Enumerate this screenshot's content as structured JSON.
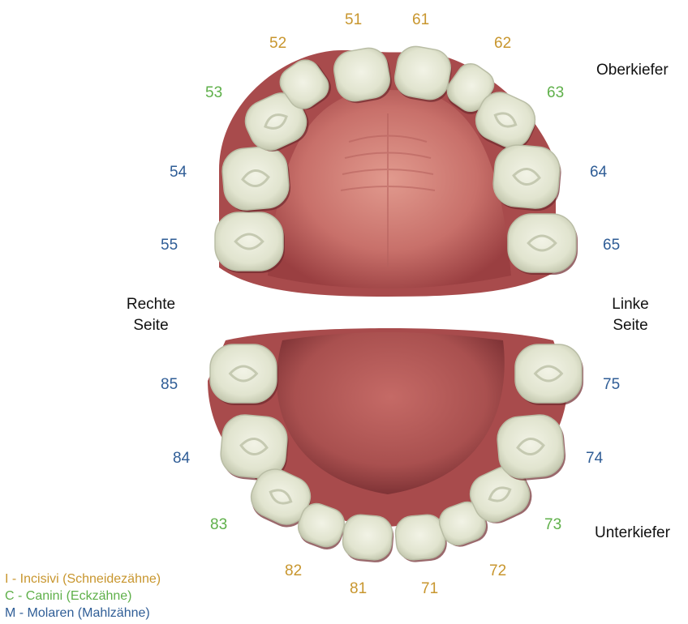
{
  "labels": {
    "upper_jaw": "Oberkiefer",
    "lower_jaw": "Unterkiefer",
    "right_side": [
      "Rechte",
      "Seite"
    ],
    "left_side": [
      "Linke",
      "Seite"
    ]
  },
  "teeth_numbers": {
    "upper": [
      "55",
      "54",
      "53",
      "52",
      "51",
      "61",
      "62",
      "63",
      "64",
      "65"
    ],
    "lower": [
      "85",
      "84",
      "83",
      "82",
      "81",
      "71",
      "72",
      "73",
      "74",
      "75"
    ]
  },
  "legend": [
    {
      "text": "I - Incisivi (Schneidezähne)",
      "color": "#c8962e"
    },
    {
      "text": "C - Canini (Eckzähne)",
      "color": "#5fb04a"
    },
    {
      "text": "M - Molaren (Mahlzähne)",
      "color": "#2f5d96"
    }
  ],
  "colors": {
    "incisor": "#c8962e",
    "canine": "#5fb04a",
    "molar": "#2f5d96",
    "gum": "#a94a4b",
    "gum_dark": "#7d2f33",
    "tooth": "#e7e9d6",
    "tooth_shadow": "#b9bda5"
  }
}
